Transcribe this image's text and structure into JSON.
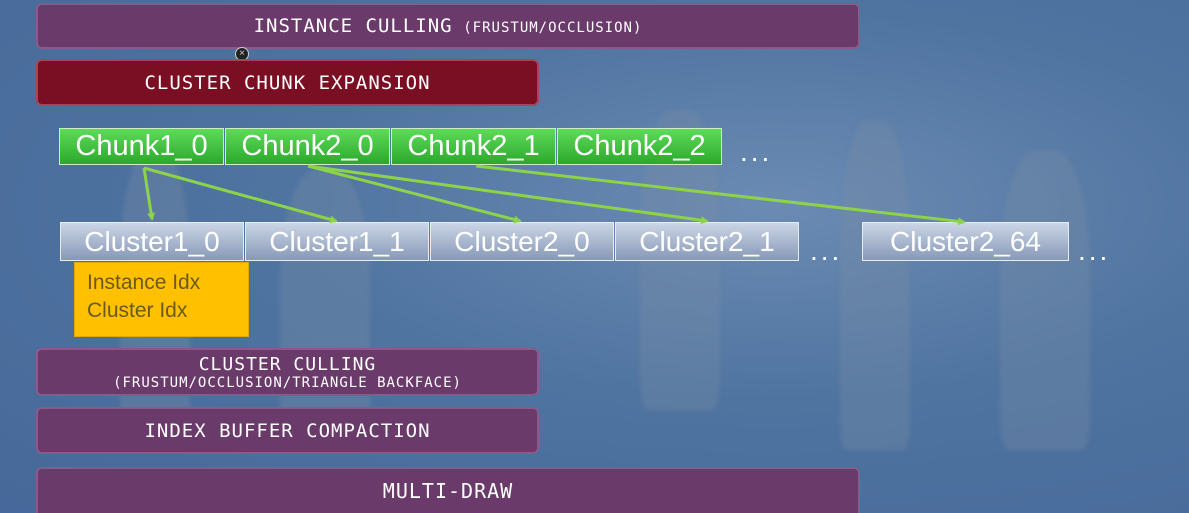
{
  "stages": {
    "instance_culling": {
      "title": "INSTANCE CULLING",
      "sub": "(FRUSTUM/OCCLUSION)"
    },
    "cluster_chunk_expansion": {
      "title": "CLUSTER CHUNK EXPANSION"
    },
    "cluster_culling": {
      "title": "CLUSTER CULLING",
      "sub": "(FRUSTUM/OCCLUSION/TRIANGLE BACKFACE)"
    },
    "index_buffer_compaction": {
      "title": "INDEX BUFFER COMPACTION"
    },
    "multi_draw": {
      "title": "MULTI-DRAW"
    }
  },
  "chunks": [
    "Chunk1_0",
    "Chunk2_0",
    "Chunk2_1",
    "Chunk2_2"
  ],
  "clusters": [
    "Cluster1_0",
    "Cluster1_1",
    "Cluster2_0",
    "Cluster2_1",
    "Cluster2_64"
  ],
  "ellipsis": "...",
  "cluster_info": {
    "line1": "Instance Idx",
    "line2": "Cluster Idx"
  },
  "colors": {
    "stage": "#6a3a6a",
    "stage_highlight": "#7a0e22",
    "chunk": "#3cbf3a",
    "cluster": "#a9b8d0",
    "info_box": "#ffc000",
    "arrow": "#8cd24a"
  }
}
